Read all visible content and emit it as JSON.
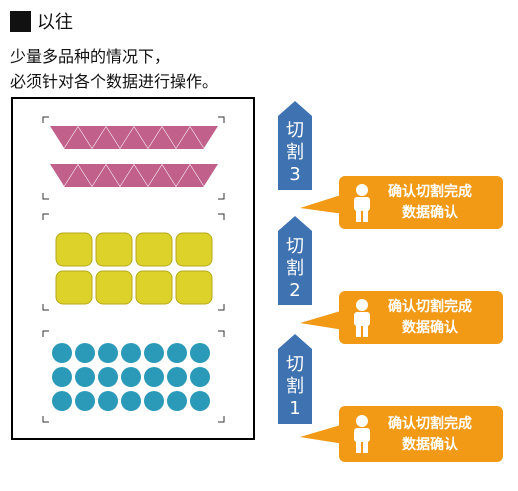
{
  "header": {
    "title": "以往"
  },
  "intro": {
    "line1": "少量多品种的情况下，",
    "line2": "必须针对各个数据进行操作。"
  },
  "colors": {
    "triangle": "#c2608c",
    "square": "#ddd22a",
    "circle": "#2a9ab8",
    "arrow": "#3f72b0",
    "badge": "#f29a16"
  },
  "steps": [
    {
      "tag": [
        "切",
        "割",
        "3"
      ],
      "badge": [
        "确认切割完成",
        "数据确认"
      ]
    },
    {
      "tag": [
        "切",
        "割",
        "2"
      ],
      "badge": [
        "确认切割完成",
        "数据确认"
      ]
    },
    {
      "tag": [
        "切",
        "割",
        "1"
      ],
      "badge": [
        "确认切割完成",
        "数据确认"
      ]
    }
  ],
  "icons": [
    "person-icon",
    "crop-mark-icon"
  ]
}
